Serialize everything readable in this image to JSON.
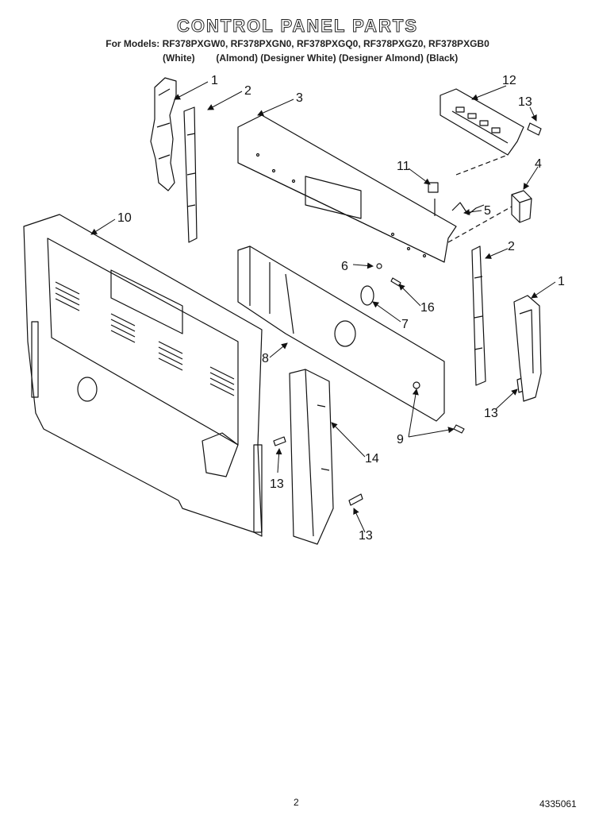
{
  "header": {
    "title": "CONTROL PANEL PARTS",
    "models": "For Models: RF378PXGW0, RF378PXGN0, RF378PXGQ0, RF378PXGZ0, RF378PXGB0",
    "finishes": "(White)        (Almond) (Designer White) (Designer Almond) (Black)"
  },
  "callouts": [
    {
      "id": "c1a",
      "label": "1"
    },
    {
      "id": "c2a",
      "label": "2"
    },
    {
      "id": "c3",
      "label": "3"
    },
    {
      "id": "c12",
      "label": "12"
    },
    {
      "id": "c13a",
      "label": "13"
    },
    {
      "id": "c4",
      "label": "4"
    },
    {
      "id": "c11",
      "label": "11"
    },
    {
      "id": "c5",
      "label": "5"
    },
    {
      "id": "c10",
      "label": "10"
    },
    {
      "id": "c6",
      "label": "6"
    },
    {
      "id": "c2b",
      "label": "2"
    },
    {
      "id": "c1b",
      "label": "1"
    },
    {
      "id": "c16",
      "label": "16"
    },
    {
      "id": "c7",
      "label": "7"
    },
    {
      "id": "c8",
      "label": "8"
    },
    {
      "id": "c13b",
      "label": "13"
    },
    {
      "id": "c9",
      "label": "9"
    },
    {
      "id": "c14",
      "label": "14"
    },
    {
      "id": "c13c",
      "label": "13"
    },
    {
      "id": "c13d",
      "label": "13"
    }
  ],
  "footer": {
    "page": "2",
    "doc_number": "4335061"
  }
}
